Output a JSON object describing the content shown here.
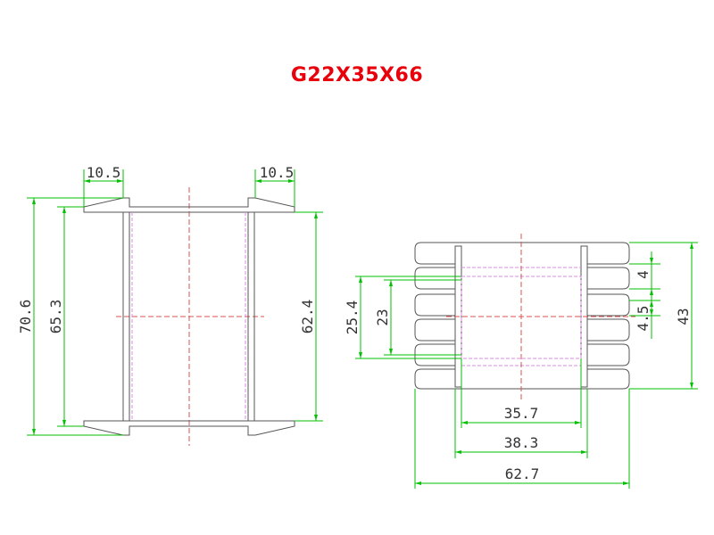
{
  "title": "G22X35X66",
  "side_view": {
    "flange_depth_left": "10.5",
    "flange_depth_right": "10.5",
    "overall_height": "70.6",
    "flange_inner_height": "65.3",
    "winding_height": "62.4"
  },
  "top_view": {
    "window_height_outer": "25.4",
    "window_height_inner": "23",
    "slot_width": "4",
    "slot_pitch": "4.5",
    "overall_height": "43",
    "inner_width": "35.7",
    "wall_width": "38.3",
    "overall_width": "62.7"
  },
  "colors": {
    "title": "#e8000b",
    "dimension": "#00c000",
    "center_line": "#d9534f",
    "hidden_line": "#d98be0",
    "outline": "#555555"
  }
}
